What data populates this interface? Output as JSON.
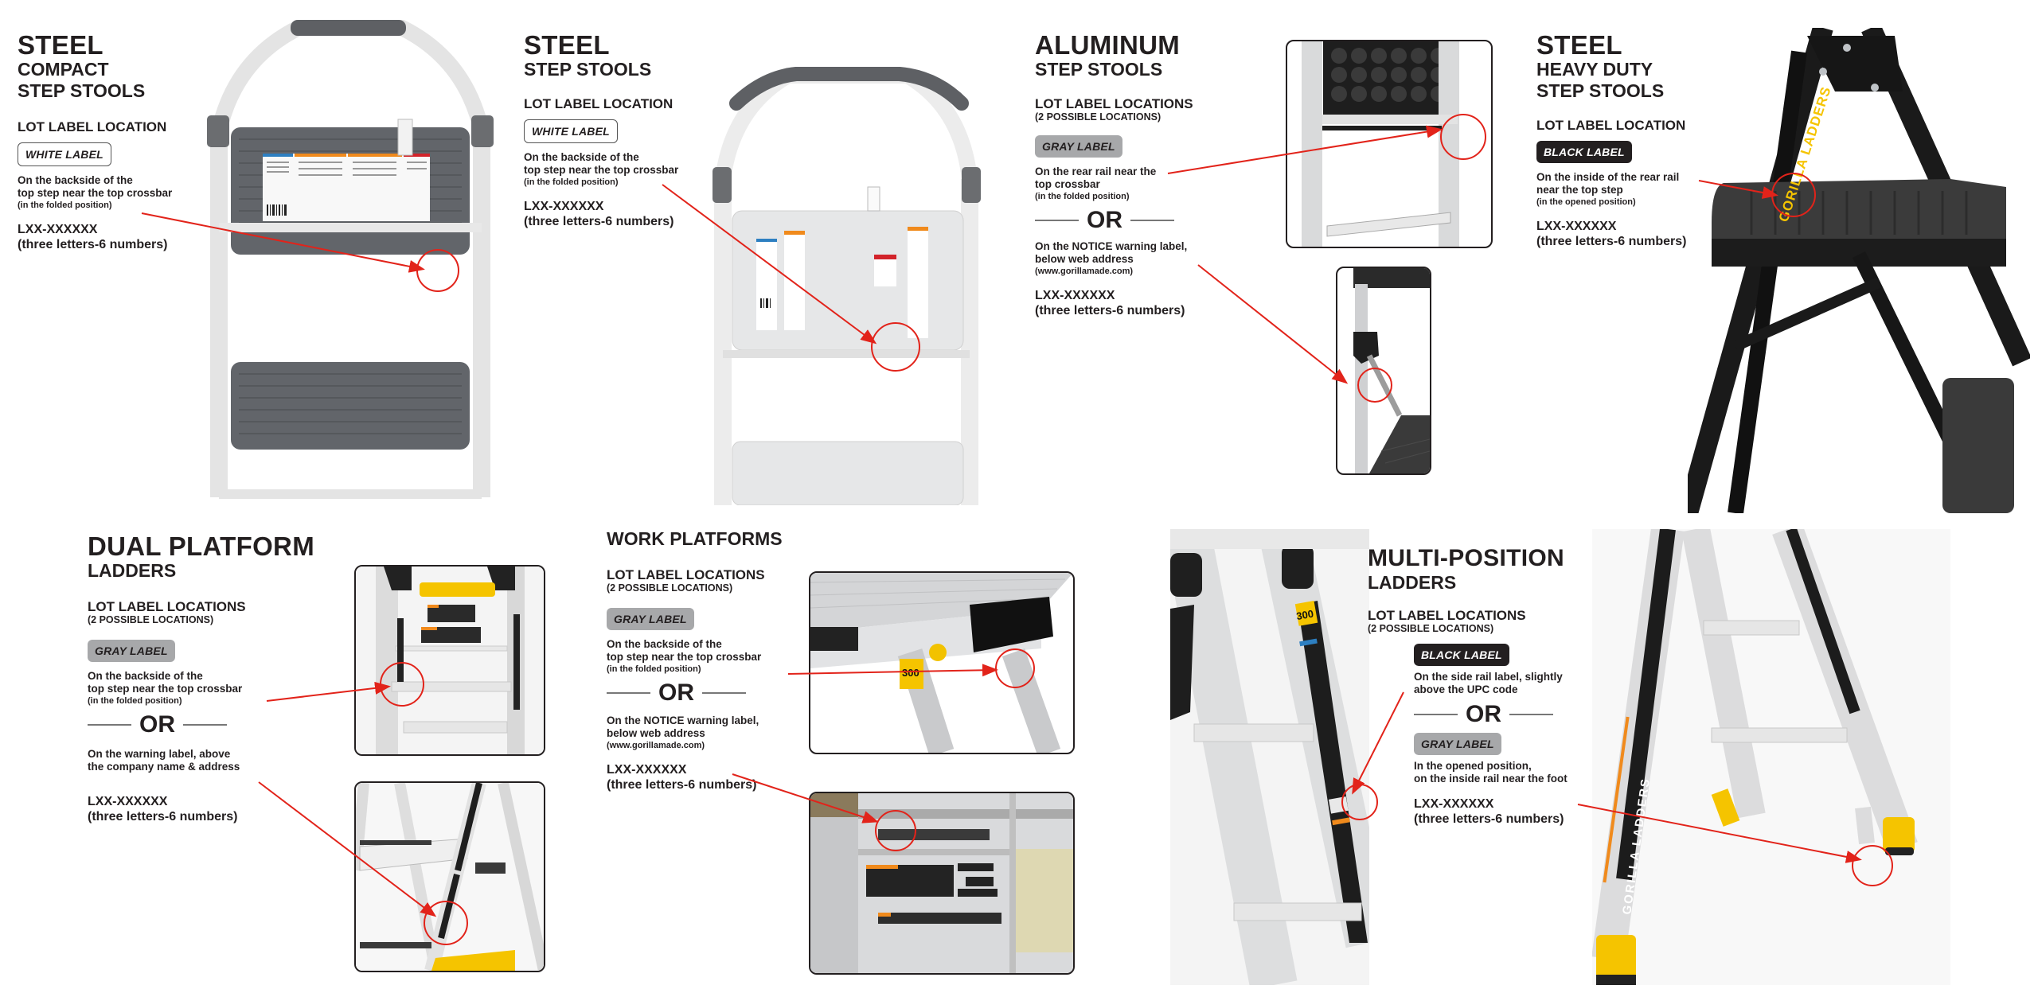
{
  "page": {
    "title": "Lot Label Locations Guide"
  },
  "colors": {
    "callout_red": "#e2231a",
    "gray_label": "#a7a8aa",
    "black_label": "#231f20",
    "text": "#231f20",
    "yellow": "#f5c400"
  },
  "sections": {
    "steel_compact": {
      "title": "STEEL",
      "subtitle_1": "COMPACT",
      "subtitle_2": "STEP STOOLS",
      "lot_heading": "LOT LABEL LOCATION",
      "badge": "WHITE LABEL",
      "desc_1": "On the backside of the",
      "desc_2": "top step near the top crossbar",
      "note": "(in the folded position)",
      "code": "LXX-XXXXXX",
      "code_note": "(three letters-6 numbers)"
    },
    "steel_step": {
      "title": "STEEL",
      "subtitle_1": "STEP STOOLS",
      "lot_heading": "LOT LABEL LOCATION",
      "badge": "WHITE LABEL",
      "desc_1": "On the backside of the",
      "desc_2": "top step near the top crossbar",
      "note": "(in the folded position)",
      "code": "LXX-XXXXXX",
      "code_note": "(three letters-6 numbers)"
    },
    "aluminum_step": {
      "title": "ALUMINUM",
      "subtitle_1": "STEP STOOLS",
      "lot_heading": "LOT LABEL LOCATIONS",
      "lot_sub": "(2 POSSIBLE LOCATIONS)",
      "badge": "GRAY LABEL",
      "desc_1": "On the rear rail near the",
      "desc_2": "top crossbar",
      "note": "(in the folded position)",
      "or": "OR",
      "alt_1": "On the NOTICE warning label,",
      "alt_2": "below web address",
      "alt_note": "(www.gorillamade.com)",
      "code": "LXX-XXXXXX",
      "code_note": "(three letters-6 numbers)"
    },
    "steel_heavy": {
      "title": "STEEL",
      "subtitle_1": "HEAVY DUTY",
      "subtitle_2": "STEP STOOLS",
      "lot_heading": "LOT LABEL LOCATION",
      "badge": "BLACK LABEL",
      "desc_1": "On the inside of the rear rail",
      "desc_2": "near the top step",
      "note": "(in the opened position)",
      "code": "LXX-XXXXXX",
      "code_note": "(three letters-6 numbers)",
      "brand_mark": "GORILLA LADDERS"
    },
    "dual_platform": {
      "title": "DUAL PLATFORM",
      "subtitle_1": "LADDERS",
      "lot_heading": "LOT LABEL LOCATIONS",
      "lot_sub": "(2 POSSIBLE LOCATIONS)",
      "badge": "GRAY LABEL",
      "desc_1": "On the backside of the",
      "desc_2": "top step near the top crossbar",
      "note": "(in the folded position)",
      "or": "OR",
      "alt_1": "On the warning label, above",
      "alt_2": "the company name & address",
      "code": "LXX-XXXXXX",
      "code_note": "(three letters-6 numbers)"
    },
    "work_platforms": {
      "title": "WORK PLATFORMS",
      "lot_heading": "LOT LABEL LOCATIONS",
      "lot_sub": "(2 POSSIBLE LOCATIONS)",
      "badge": "GRAY LABEL",
      "desc_1": "On the backside of the",
      "desc_2": "top step near the top crossbar",
      "note": "(in the folded position)",
      "or": "OR",
      "alt_1": "On the NOTICE warning label,",
      "alt_2": "below web address",
      "alt_note": "(www.gorillamade.com)",
      "code": "LXX-XXXXXX",
      "code_note": "(three letters-6 numbers)",
      "capacity_mark": "300"
    },
    "multi_position": {
      "title": "MULTI-POSITION",
      "subtitle_1": "LADDERS",
      "lot_heading": "LOT LABEL LOCATIONS",
      "lot_sub": "(2 POSSIBLE LOCATIONS)",
      "badge_1": "BLACK LABEL",
      "desc_1": "On the side rail label, slightly",
      "desc_2": "above the UPC code",
      "or": "OR",
      "badge_2": "GRAY LABEL",
      "alt_1": "In the opened position,",
      "alt_2": "on the inside rail near the foot",
      "code": "LXX-XXXXXX",
      "code_note": "(three letters-6 numbers)",
      "capacity_mark": "300",
      "brand_mark": "GORILLA LADDERS"
    }
  }
}
